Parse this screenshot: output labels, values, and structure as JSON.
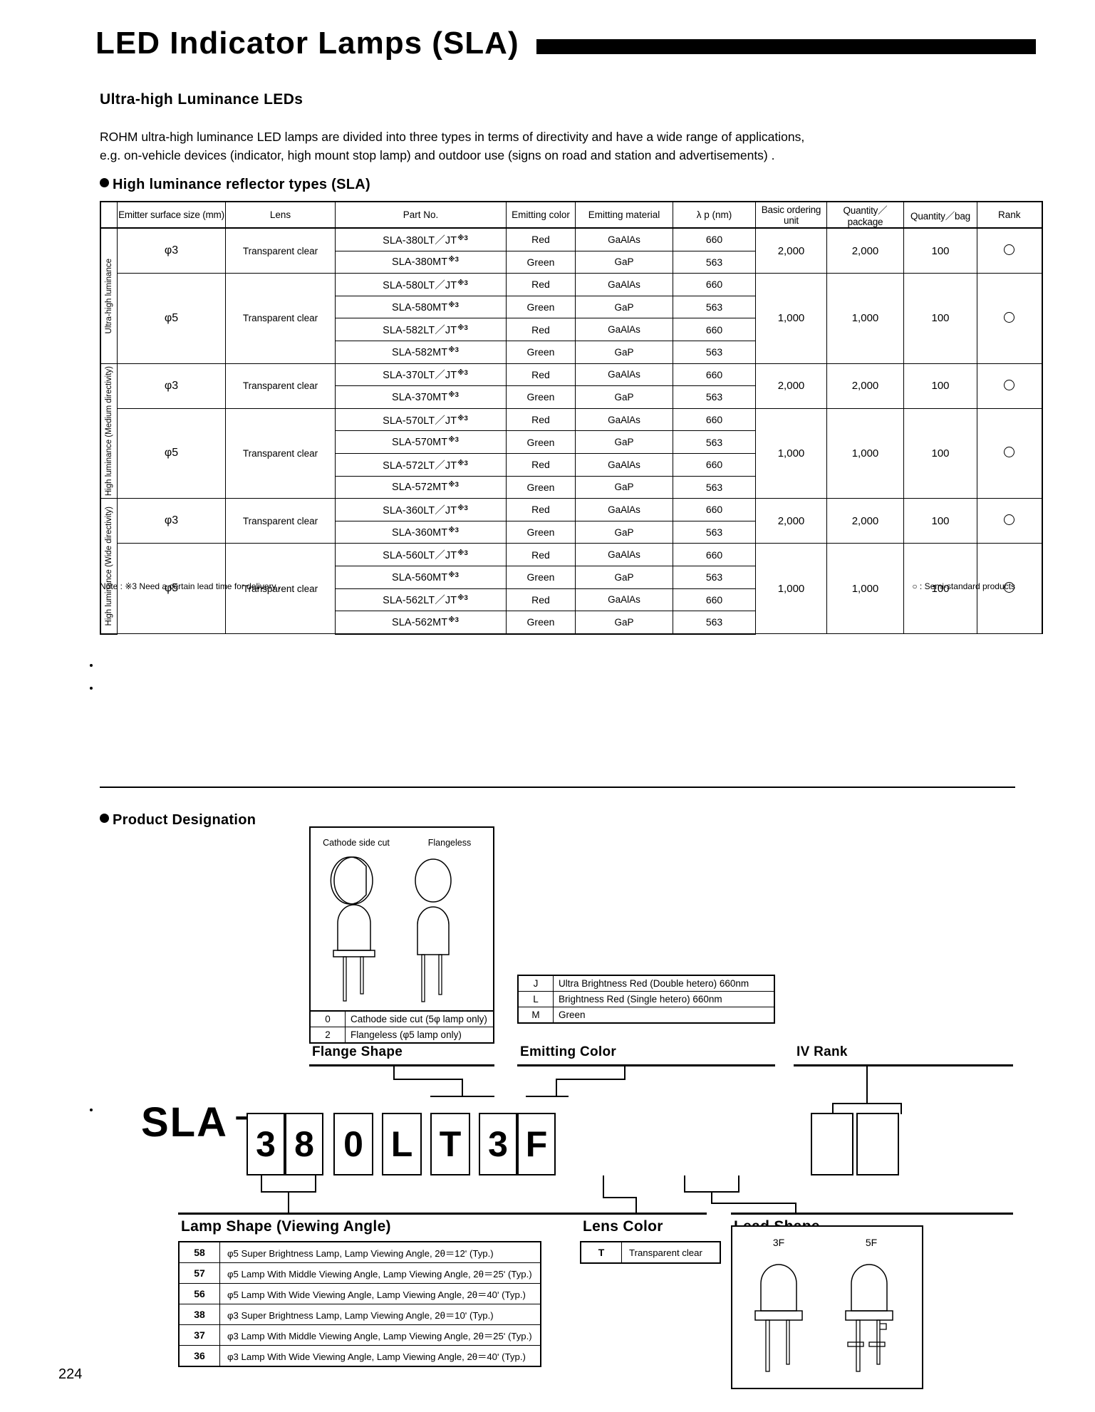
{
  "header": {
    "title": "LED Indicator Lamps (SLA)",
    "subtitle": "Ultra-high Luminance LEDs",
    "intro_line1": "ROHM ultra-high luminance LED lamps are divided into three types in terms of directivity and have a wide range of applications,",
    "intro_line2": "e.g. on-vehicle devices (indicator, high mount stop lamp) and outdoor use  (signs on road and station and advertisements) ."
  },
  "reflector_section": {
    "heading": "High luminance reflector types (SLA)",
    "columns": [
      "",
      "Emitter surface size (mm)",
      "Lens",
      "Part No.",
      "Emitting color",
      "Emitting material",
      "λ p (nm)",
      "Basic ordering unit",
      "Quantity／package",
      "Quantity／bag",
      "Rank"
    ],
    "groups": [
      {
        "label": "Ultra-high luminance",
        "blocks": [
          {
            "size": "φ3",
            "lens": "Transparent clear",
            "ordering": "2,000",
            "qty_package": "2,000",
            "qty_bag": "100",
            "rank": "○",
            "rows": [
              {
                "part": "SLA-380LT／JT",
                "note": "3",
                "color": "Red",
                "material": "GaAlAs",
                "lp": "660"
              },
              {
                "part": "SLA-380MT",
                "note": "3",
                "color": "Green",
                "material": "GaP",
                "lp": "563"
              }
            ]
          },
          {
            "size": "φ5",
            "lens": "Transparent clear",
            "ordering": "1,000",
            "qty_package": "1,000",
            "qty_bag": "100",
            "rank": "○",
            "rows": [
              {
                "part": "SLA-580LT／JT",
                "note": "3",
                "color": "Red",
                "material": "GaAlAs",
                "lp": "660"
              },
              {
                "part": "SLA-580MT",
                "note": "3",
                "color": "Green",
                "material": "GaP",
                "lp": "563"
              },
              {
                "part": "SLA-582LT／JT",
                "note": "3",
                "color": "Red",
                "material": "GaAlAs",
                "lp": "660"
              },
              {
                "part": "SLA-582MT",
                "note": "3",
                "color": "Green",
                "material": "GaP",
                "lp": "563"
              }
            ]
          }
        ]
      },
      {
        "label": "High luminance (Medium directivity)",
        "blocks": [
          {
            "size": "φ3",
            "lens": "Transparent clear",
            "ordering": "2,000",
            "qty_package": "2,000",
            "qty_bag": "100",
            "rank": "○",
            "rows": [
              {
                "part": "SLA-370LT／JT",
                "note": "3",
                "color": "Red",
                "material": "GaAlAs",
                "lp": "660"
              },
              {
                "part": "SLA-370MT",
                "note": "3",
                "color": "Green",
                "material": "GaP",
                "lp": "563"
              }
            ]
          },
          {
            "size": "φ5",
            "lens": "Transparent clear",
            "ordering": "1,000",
            "qty_package": "1,000",
            "qty_bag": "100",
            "rank": "○",
            "rows": [
              {
                "part": "SLA-570LT／JT",
                "note": "3",
                "color": "Red",
                "material": "GaAlAs",
                "lp": "660"
              },
              {
                "part": "SLA-570MT",
                "note": "3",
                "color": "Green",
                "material": "GaP",
                "lp": "563"
              },
              {
                "part": "SLA-572LT／JT",
                "note": "3",
                "color": "Red",
                "material": "GaAlAs",
                "lp": "660"
              },
              {
                "part": "SLA-572MT",
                "note": "3",
                "color": "Green",
                "material": "GaP",
                "lp": "563"
              }
            ]
          }
        ]
      },
      {
        "label": "High luminance (Wide directivity)",
        "blocks": [
          {
            "size": "φ3",
            "lens": "Transparent clear",
            "ordering": "2,000",
            "qty_package": "2,000",
            "qty_bag": "100",
            "rank": "○",
            "rows": [
              {
                "part": "SLA-360LT／JT",
                "note": "3",
                "color": "Red",
                "material": "GaAlAs",
                "lp": "660"
              },
              {
                "part": "SLA-360MT",
                "note": "3",
                "color": "Green",
                "material": "GaP",
                "lp": "563"
              }
            ]
          },
          {
            "size": "φ5",
            "lens": "Transparent clear",
            "ordering": "1,000",
            "qty_package": "1,000",
            "qty_bag": "100",
            "rank": "○",
            "rows": [
              {
                "part": "SLA-560LT／JT",
                "note": "3",
                "color": "Red",
                "material": "GaAlAs",
                "lp": "660"
              },
              {
                "part": "SLA-560MT",
                "note": "3",
                "color": "Green",
                "material": "GaP",
                "lp": "563"
              },
              {
                "part": "SLA-562LT／JT",
                "note": "3",
                "color": "Red",
                "material": "GaAlAs",
                "lp": "660"
              },
              {
                "part": "SLA-562MT",
                "note": "3",
                "color": "Green",
                "material": "GaP",
                "lp": "563"
              }
            ]
          }
        ]
      }
    ],
    "note": "Note : ※3 Need a certain lead time for delivery .",
    "legend": "○ : Semi-standard  products"
  },
  "designation": {
    "heading": "Product Designation",
    "code_prefix": "SLA",
    "code_dash": "–",
    "code_chars": [
      "3",
      "8",
      "0",
      "L",
      "T",
      "3",
      "F"
    ],
    "flange_shape": {
      "title": "Flange Shape",
      "diagram_labels": [
        "Cathode side cut",
        "Flangeless"
      ],
      "rows": [
        {
          "key": "0",
          "desc": "Cathode side cut (5φ lamp only)"
        },
        {
          "key": "2",
          "desc": "Flangeless (φ5 lamp only)"
        }
      ]
    },
    "emitting_color": {
      "title": "Emitting Color",
      "rows": [
        {
          "key": "J",
          "desc": "Ultra Brightness Red (Double hetero) 660nm"
        },
        {
          "key": "L",
          "desc": "Brightness Red (Single hetero) 660nm"
        },
        {
          "key": "M",
          "desc": "Green"
        }
      ]
    },
    "iv_rank": {
      "title": "IV Rank"
    },
    "lamp_shape": {
      "title": "Lamp Shape (Viewing Angle)",
      "rows": [
        {
          "key": "58",
          "desc": "φ5 Super Brightness Lamp, Lamp Viewing Angle, 2θ＝12ʹ   (Typ.)"
        },
        {
          "key": "57",
          "desc": "φ5 Lamp With Middle Viewing Angle, Lamp Viewing Angle, 2θ＝25ʹ   (Typ.)"
        },
        {
          "key": "56",
          "desc": "φ5 Lamp With Wide Viewing Angle, Lamp Viewing Angle, 2θ＝40ʹ   (Typ.)"
        },
        {
          "key": "38",
          "desc": "φ3 Super Brightness Lamp, Lamp Viewing Angle, 2θ＝10ʹ   (Typ.)"
        },
        {
          "key": "37",
          "desc": "φ3 Lamp With Middle Viewing Angle, Lamp Viewing Angle, 2θ＝25ʹ   (Typ.)"
        },
        {
          "key": "36",
          "desc": "φ3 Lamp With Wide Viewing Angle, Lamp Viewing Angle, 2θ＝40ʹ   (Typ.)"
        }
      ]
    },
    "lens_color": {
      "title": "Lens Color",
      "rows": [
        {
          "key": "T",
          "desc": "Transparent clear"
        }
      ]
    },
    "lead_shape": {
      "title": "Lead Shape",
      "labels": [
        "3F",
        "5F"
      ]
    }
  },
  "footer": {
    "page_number": "224"
  }
}
